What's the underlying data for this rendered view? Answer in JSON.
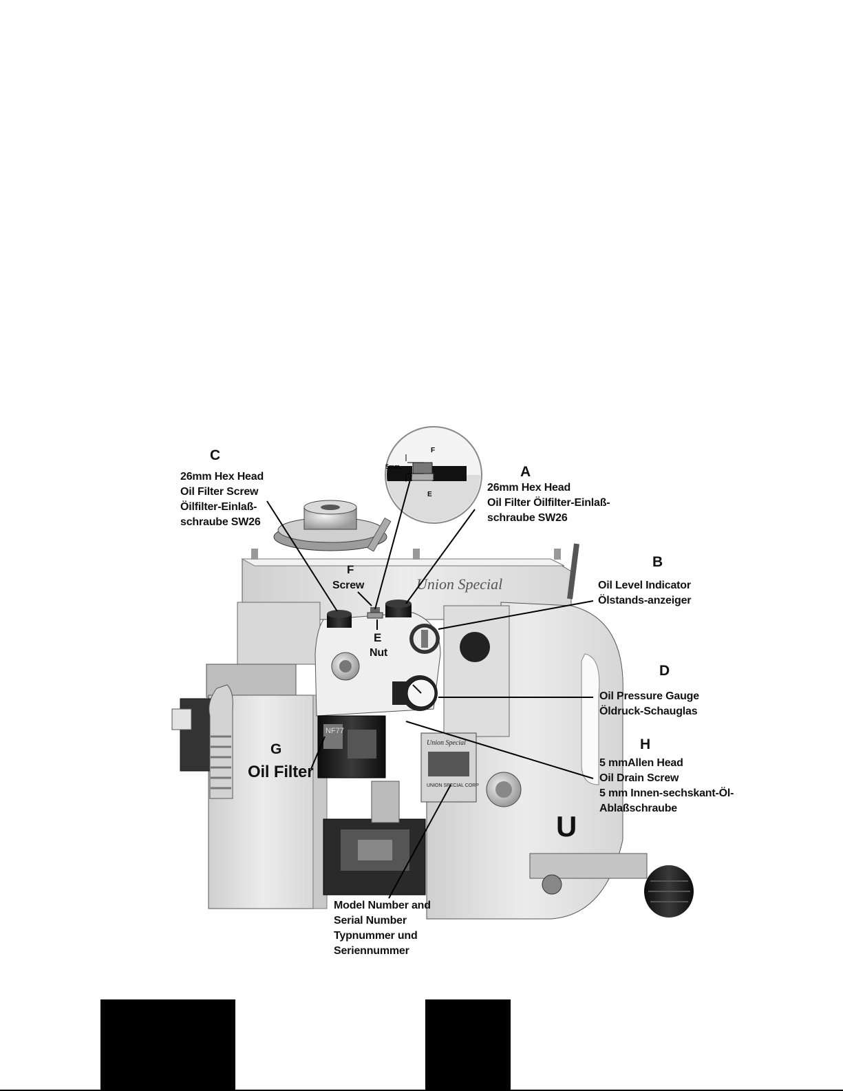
{
  "callouts": {
    "A": {
      "letter": "A",
      "lines": [
        "26mm Hex Head",
        "Oil Filter Öilfilter-Einlaß-",
        "schraube SW26"
      ]
    },
    "B": {
      "letter": "B",
      "lines": [
        "Oil Level Indicator",
        "Ölstands-anzeiger"
      ]
    },
    "C": {
      "letter": "C",
      "lines": [
        "26mm Hex Head",
        "Oil Filter Screw",
        "Öilfilter-Einlaß-",
        "schraube SW26"
      ]
    },
    "D": {
      "letter": "D",
      "lines": [
        "Oil Pressure Gauge",
        "Öldruck-Schauglas"
      ]
    },
    "E": {
      "letter": "E",
      "lines": [
        "Nut"
      ]
    },
    "F": {
      "letter": "F",
      "lines": [
        "Screw"
      ]
    },
    "G": {
      "letter": "G",
      "lines": [
        "Oil Filter"
      ]
    },
    "H": {
      "letter": "H",
      "lines": [
        "5 mmAllen Head",
        "Oil Drain Screw",
        "5 mm Innen-sechskant-Öl-",
        "Ablaßschraube"
      ]
    },
    "model": {
      "lines": [
        "Model Number and",
        "Serial Number",
        "Typnummer und",
        "Seriennummer"
      ]
    }
  },
  "inset": {
    "measure": "5mm",
    "f": "F",
    "e": "E"
  },
  "brand": {
    "logo_text": "Union Special",
    "plate_title": "Union Special",
    "plate_footer": "UNION SPECIAL CORP",
    "filter_text": "NF77",
    "handle_mark": "U"
  },
  "colors": {
    "background": "#ffffff",
    "ink": "#111111",
    "machine": "#e6e6e6",
    "machine_shade": "#bdbdbd",
    "dark": "#1a1a1a"
  }
}
